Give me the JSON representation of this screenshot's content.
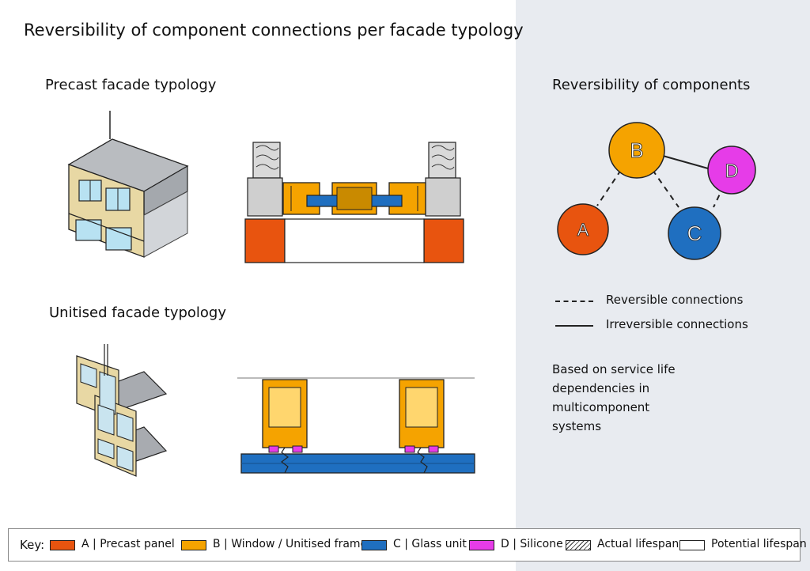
{
  "title": "Reversibility of component connections per facade typology",
  "sections": [
    {
      "title": "Precast facade typology"
    },
    {
      "title": "Unitised facade typology"
    }
  ],
  "panel": {
    "title": "Reversibility of components",
    "nodes": [
      {
        "id": "A",
        "color": "#e8540f"
      },
      {
        "id": "B",
        "color": "#f5a300"
      },
      {
        "id": "C",
        "color": "#1f6fc0"
      },
      {
        "id": "D",
        "color": "#e63ce8"
      }
    ],
    "edges": [
      {
        "from": "B",
        "to": "A",
        "type": "dashed"
      },
      {
        "from": "B",
        "to": "C",
        "type": "dashed"
      },
      {
        "from": "D",
        "to": "C",
        "type": "dashed"
      },
      {
        "from": "B",
        "to": "D",
        "type": "solid"
      }
    ],
    "legend": [
      {
        "style": "dashed",
        "label": "Reversible connections"
      },
      {
        "style": "solid",
        "label": "Irreversible connections"
      }
    ],
    "note": "Based on service life\ndependencies in multicomponent\nsystems"
  },
  "key": {
    "title": "Key:",
    "items": [
      {
        "label": "A | Precast panel",
        "color": "#e8540f",
        "pattern": "solid"
      },
      {
        "label": "B | Window / Unitised frame",
        "color": "#f5a300",
        "pattern": "solid"
      },
      {
        "label": "C | Glass unit",
        "color": "#1f6fc0",
        "pattern": "solid"
      },
      {
        "label": "D | Silicone",
        "color": "#e63ce8",
        "pattern": "solid"
      },
      {
        "label": "Actual lifespan",
        "color": "#ffffff",
        "pattern": "hatched"
      },
      {
        "label": "Potential lifespan",
        "color": "#ffffff",
        "pattern": "empty"
      }
    ]
  }
}
